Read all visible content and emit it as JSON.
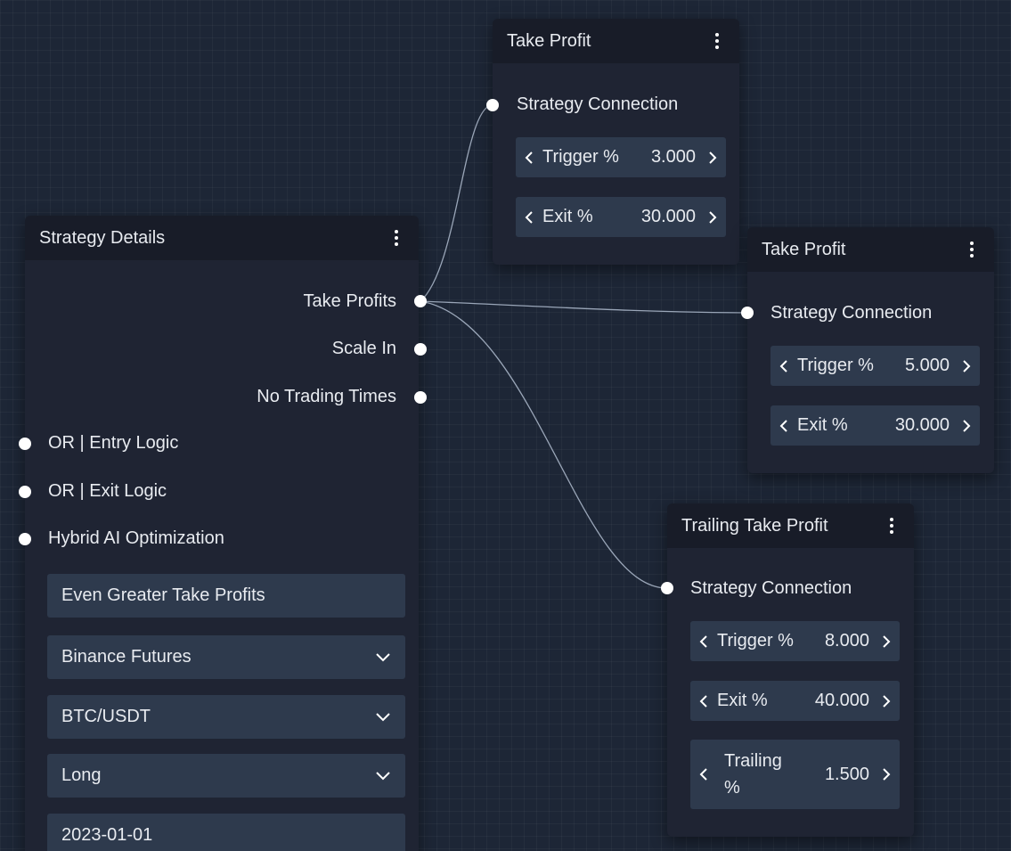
{
  "strategy": {
    "title": "Strategy Details",
    "outputs": [
      "Take Profits",
      "Scale In",
      "No Trading Times"
    ],
    "inputs": [
      "OR | Entry Logic",
      "OR | Exit Logic",
      "Hybrid AI Optimization"
    ],
    "name_value": "Even Greater Take Profits",
    "exchange": "Binance Futures",
    "pair": "BTC/USDT",
    "direction": "Long",
    "start_date": "2023-01-01"
  },
  "take_profit_1": {
    "title": "Take Profit",
    "connection_label": "Strategy Connection",
    "trigger_label": "Trigger %",
    "trigger_value": "3.000",
    "exit_label": "Exit %",
    "exit_value": "30.000"
  },
  "take_profit_2": {
    "title": "Take Profit",
    "connection_label": "Strategy Connection",
    "trigger_label": "Trigger %",
    "trigger_value": "5.000",
    "exit_label": "Exit %",
    "exit_value": "30.000"
  },
  "trailing_take_profit": {
    "title": "Trailing Take Profit",
    "connection_label": "Strategy Connection",
    "trigger_label": "Trigger %",
    "trigger_value": "8.000",
    "exit_label": "Exit %",
    "exit_value": "40.000",
    "trailing_label_line1": "Trailing",
    "trailing_label_line2": "%",
    "trailing_value": "1.500"
  },
  "icons": {
    "menu": "kebab-menu-icon",
    "decrement": "chevron-left-icon",
    "increment": "chevron-right-icon",
    "dropdown": "chevron-down-icon"
  },
  "colors": {
    "canvas": "#1d2636",
    "node_body": "#1f2433",
    "node_header": "#181c28",
    "field": "#2e3a4d",
    "wire": "#9aa6b8",
    "port": "#ffffff"
  }
}
